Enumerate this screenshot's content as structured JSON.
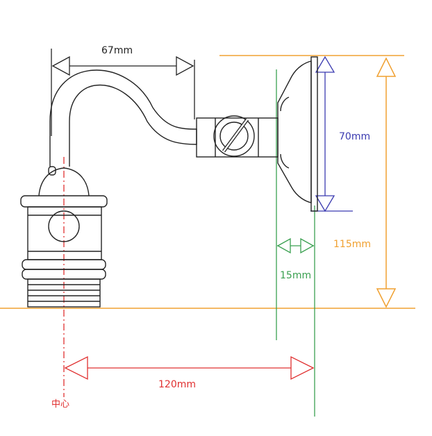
{
  "dimensions": {
    "arm_width": "67mm",
    "base_height": "70mm",
    "base_depth": "15mm",
    "total_height": "115mm",
    "projection": "120mm"
  },
  "center_label": "中心",
  "colors": {
    "outline": "#222222",
    "orange": "#f0a030",
    "blue": "#3a3ab0",
    "green": "#3aa050",
    "red": "#e03030"
  }
}
